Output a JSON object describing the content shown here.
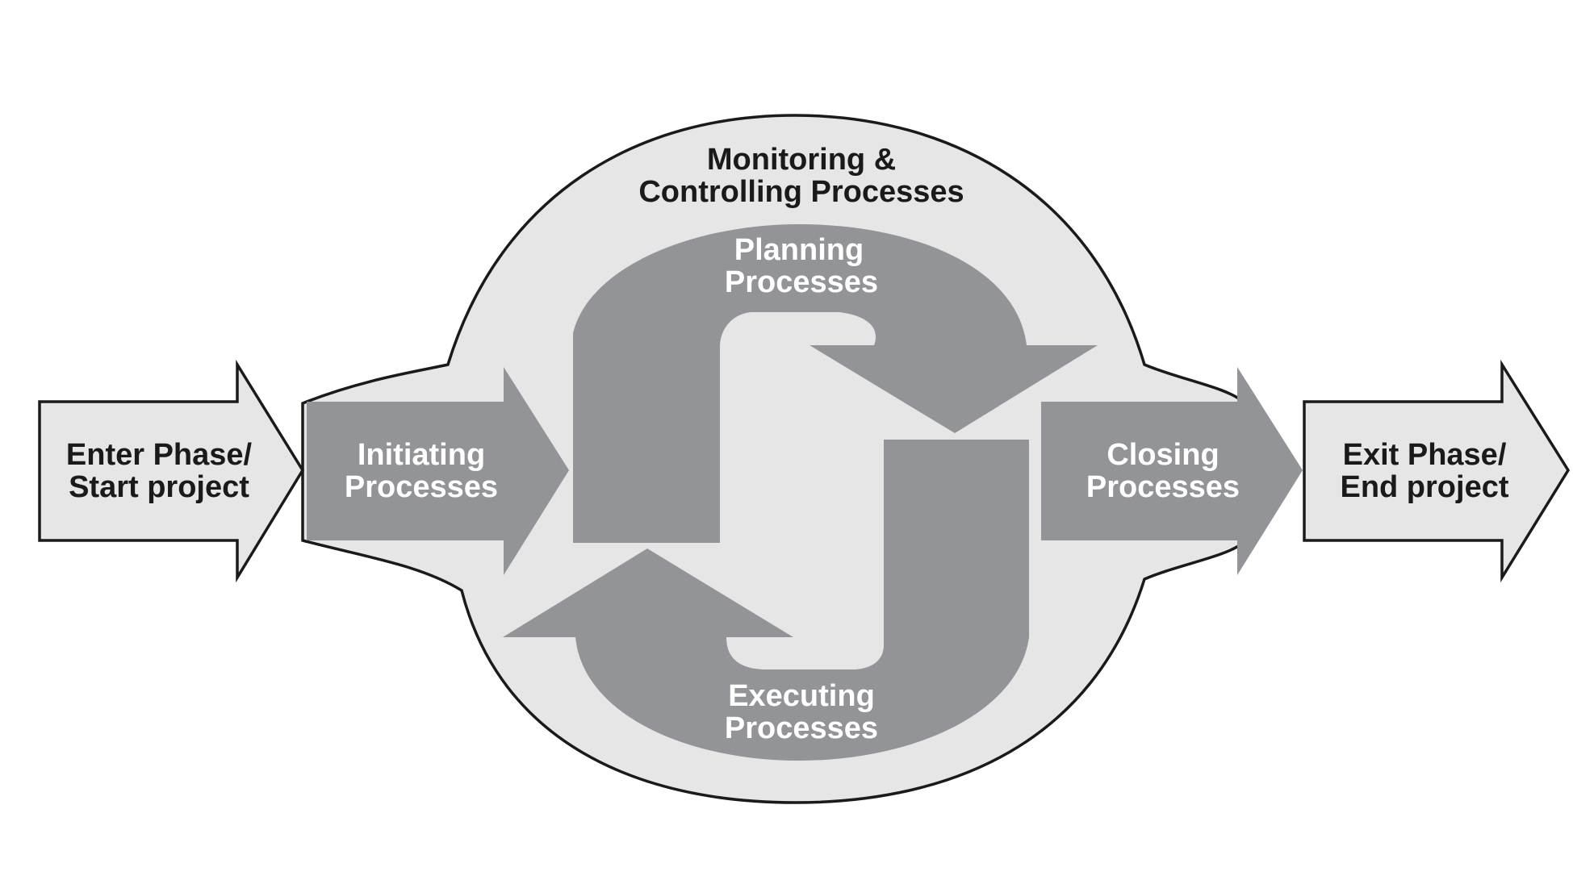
{
  "diagram": {
    "monitoring": {
      "line1": "Monitoring &",
      "line2": "Controlling Processes"
    },
    "planning": {
      "line1": "Planning",
      "line2": "Processes"
    },
    "executing": {
      "line1": "Executing",
      "line2": "Processes"
    },
    "initiating": {
      "line1": "Initiating",
      "line2": "Processes"
    },
    "closing": {
      "line1": "Closing",
      "line2": "Processes"
    },
    "enter": {
      "line1": "Enter Phase/",
      "line2": "Start project"
    },
    "exit": {
      "line1": "Exit Phase/",
      "line2": "End project"
    }
  },
  "colors": {
    "light_fill": "#e6e6e7",
    "dark_fill": "#939497",
    "outline": "#1a1a1a"
  }
}
